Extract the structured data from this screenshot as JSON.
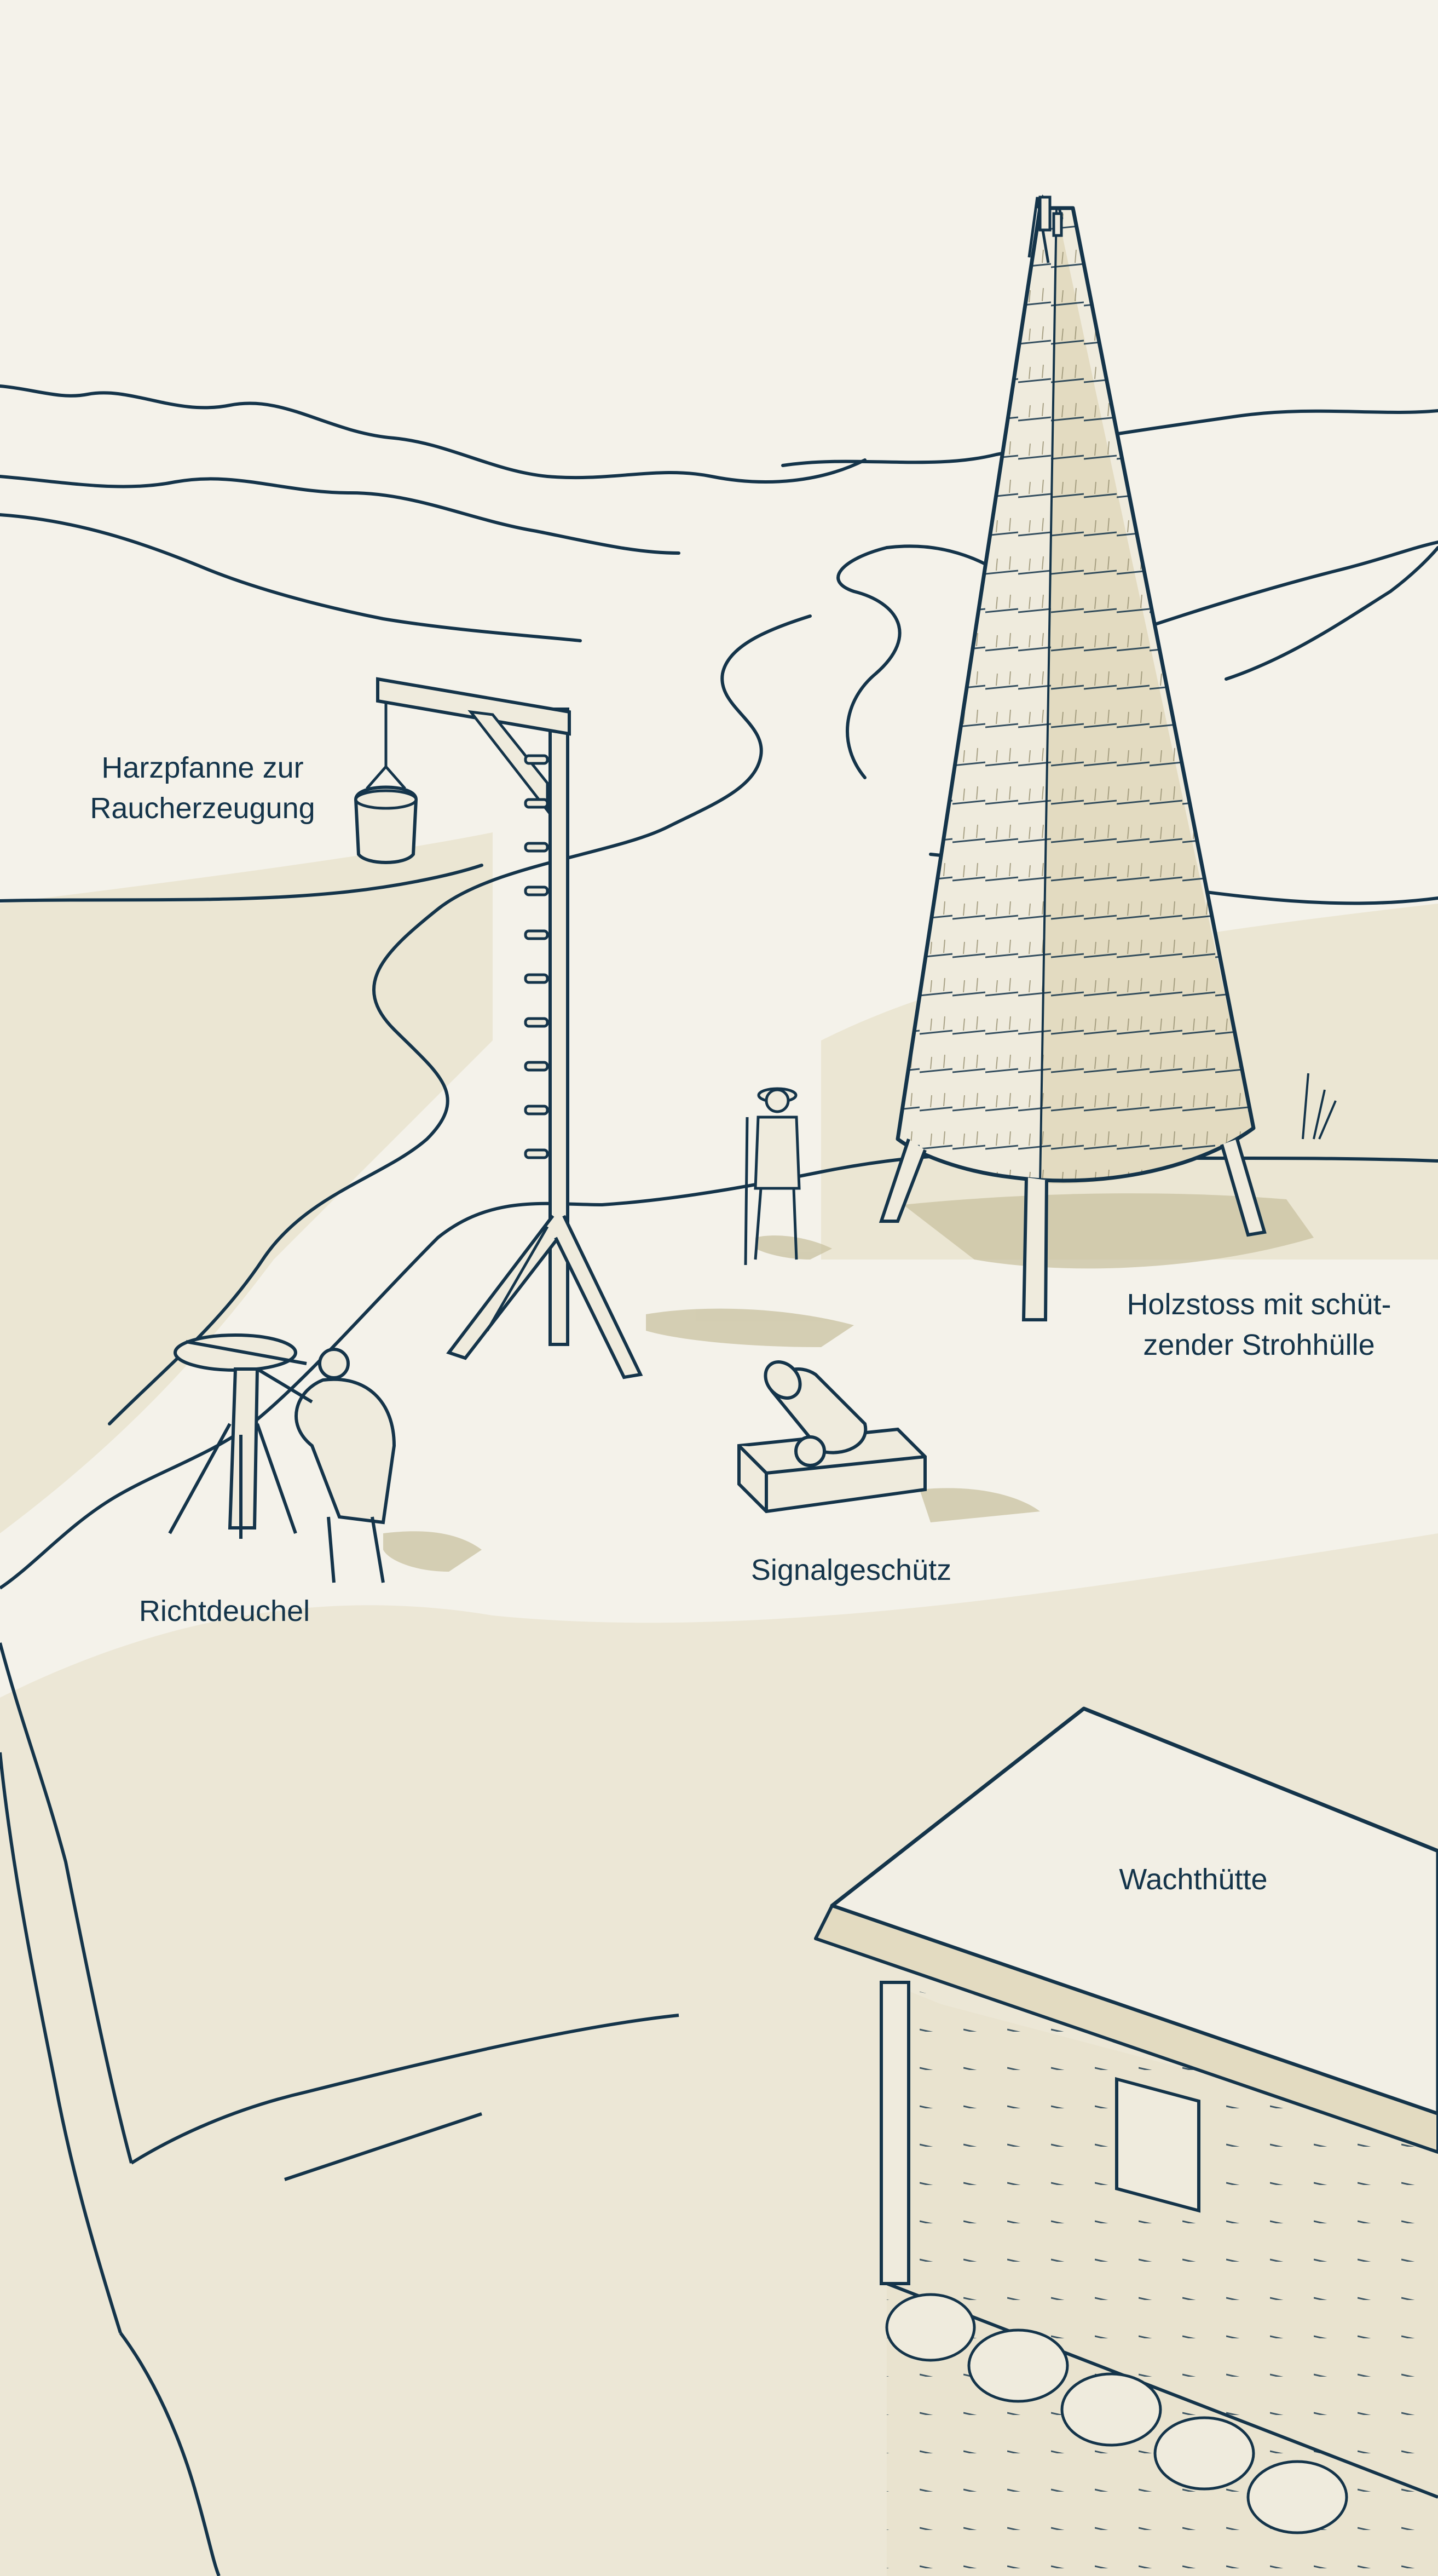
{
  "labels": {
    "resin_pan": "Harzpfanne zur\nRaucherzeugung",
    "wood_stack": "Holzstoss mit schüt-\nzender Strohhülle",
    "signal_cannon": "Signalgeschütz",
    "aiming_device": "Richtdeuchel",
    "guard_hut": "Wachthütte"
  },
  "colors": {
    "ink": "#14344a",
    "paper": "#f4f2ea",
    "shade": "#e6dfc8",
    "shadow": "#c9c1a0"
  }
}
